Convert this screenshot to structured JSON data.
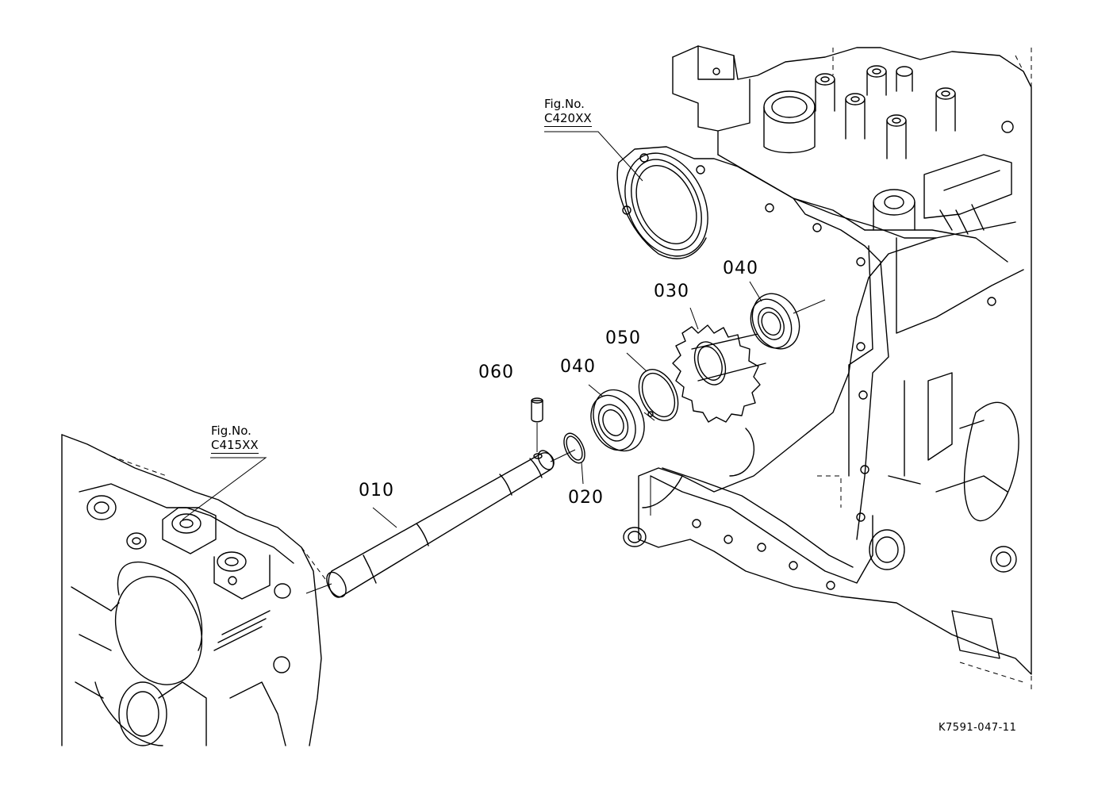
{
  "figure_refs": [
    {
      "line1": "Fig.No.",
      "line2": "C420XX"
    },
    {
      "line1": "Fig.No.",
      "line2": "C415XX"
    }
  ],
  "parts": {
    "p010": "010",
    "p020": "020",
    "p030": "030",
    "p040_left": "040",
    "p040_right": "040",
    "p050": "050",
    "p060": "060"
  },
  "drawing_code": "K7591-047-11"
}
